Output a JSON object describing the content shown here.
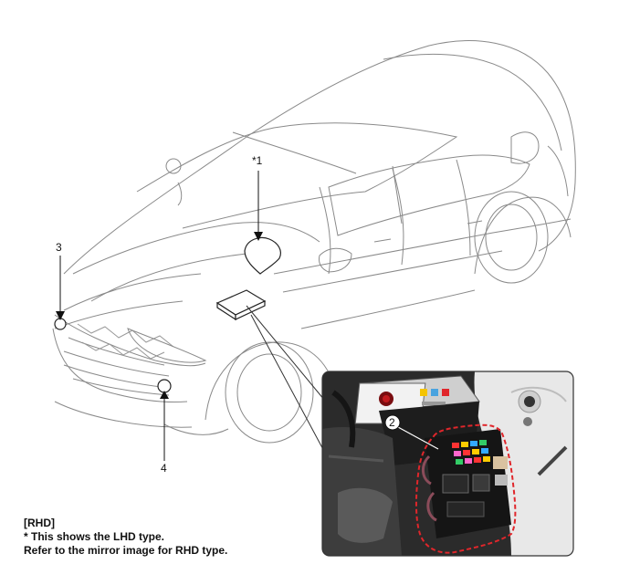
{
  "callouts": {
    "c1": "*1",
    "c2": "2",
    "c3": "3",
    "c4": "4"
  },
  "notes": {
    "line1": "[RHD]",
    "line2": "* This shows the LHD type.",
    "line3": "Refer to the mirror image for RHD type."
  },
  "colors": {
    "line": "#7a7a7a",
    "ink": "#111111",
    "highlight": "#e0262b",
    "photo_border": "#333333"
  }
}
